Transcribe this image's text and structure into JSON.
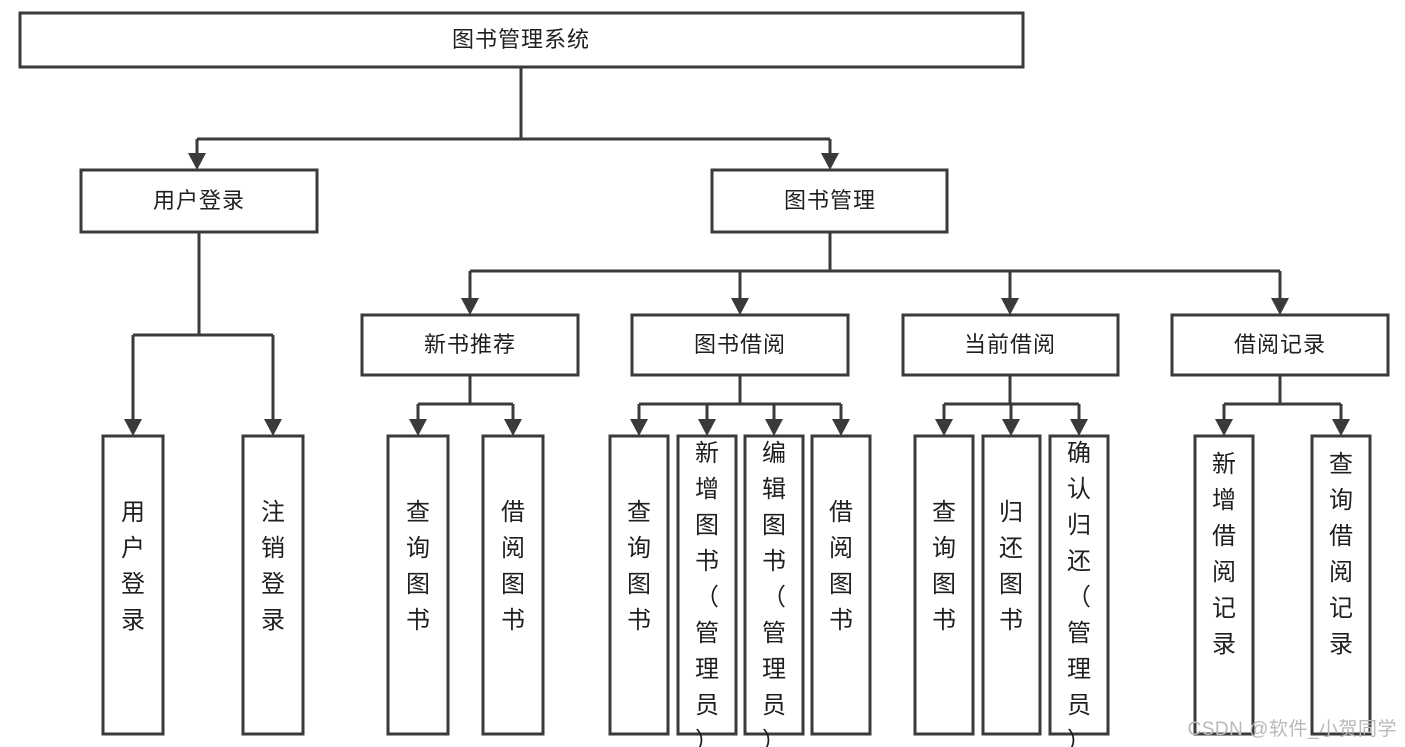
{
  "diagram": {
    "type": "tree",
    "title": "图书管理系统",
    "watermark": "CSDN @软件_小贺同学",
    "colors": {
      "stroke": "#3a3a3c",
      "fill": "#ffffff",
      "text": "#1f1f22",
      "watermark": "#b9b9bd",
      "background": "#ffffff"
    },
    "root": {
      "label": "图书管理系统"
    },
    "level2": [
      {
        "label": "用户登录"
      },
      {
        "label": "图书管理"
      }
    ],
    "level3": [
      {
        "label": "新书推荐"
      },
      {
        "label": "图书借阅"
      },
      {
        "label": "当前借阅"
      },
      {
        "label": "借阅记录"
      }
    ],
    "leaves": {
      "user_login": [
        {
          "label": "用户登录"
        },
        {
          "label": "注销登录"
        }
      ],
      "new_book_recommend": [
        {
          "label": "查询图书"
        },
        {
          "label": "借阅图书"
        }
      ],
      "book_borrow": [
        {
          "label": "查询图书"
        },
        {
          "label": "新增图书（管理员）"
        },
        {
          "label": "编辑图书（管理员）"
        },
        {
          "label": "借阅图书"
        }
      ],
      "current_borrow": [
        {
          "label": "查询图书"
        },
        {
          "label": "归还图书"
        },
        {
          "label": "确认归还（管理员）"
        }
      ],
      "borrow_record": [
        {
          "label": "新增借阅记录"
        },
        {
          "label": "查询借阅记录"
        }
      ]
    }
  }
}
